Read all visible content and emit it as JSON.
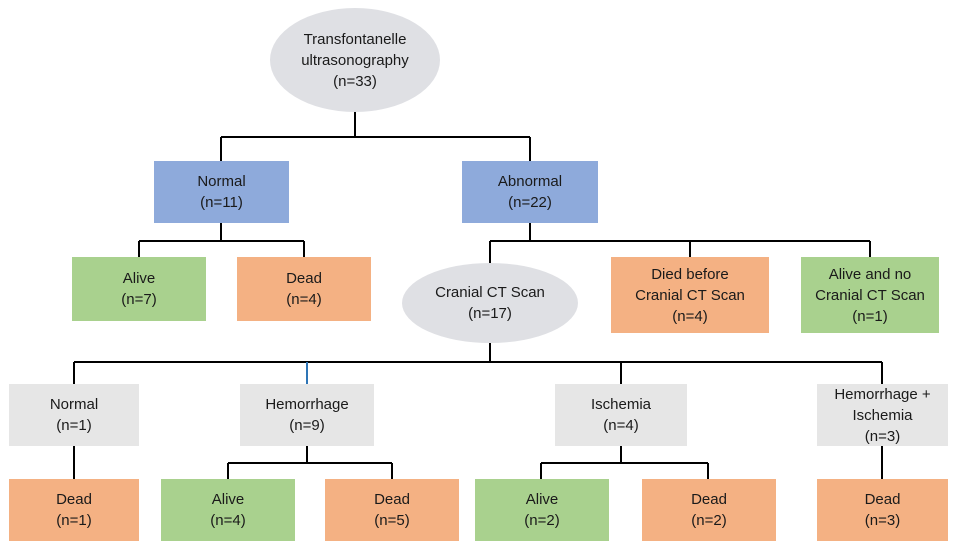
{
  "nodes": {
    "root": {
      "lines": [
        "Transfontanelle",
        "ultrasonography",
        "(n=33)"
      ],
      "color": "#dfe0e4"
    },
    "us_normal": {
      "lines": [
        "Normal",
        "(n=11)"
      ],
      "color": "#8eaadb"
    },
    "us_abnormal": {
      "lines": [
        "Abnormal",
        "(n=22)"
      ],
      "color": "#8eaadb"
    },
    "normal_alive": {
      "lines": [
        "Alive",
        "(n=7)"
      ],
      "color": "#a9d18e"
    },
    "normal_dead": {
      "lines": [
        "Dead",
        "(n=4)"
      ],
      "color": "#f4b183"
    },
    "ct_scan": {
      "lines": [
        "Cranial CT Scan",
        "(n=17)"
      ],
      "color": "#dfe0e4"
    },
    "died_before_ct": {
      "lines": [
        "Died before",
        "Cranial CT Scan",
        "(n=4)"
      ],
      "color": "#f4b183"
    },
    "alive_no_ct": {
      "lines": [
        "Alive and no",
        "Cranial CT Scan",
        "(n=1)"
      ],
      "color": "#a9d18e"
    },
    "ct_normal": {
      "lines": [
        "Normal",
        "(n=1)"
      ],
      "color": "#e6e6e6"
    },
    "ct_hemorrhage": {
      "lines": [
        "Hemorrhage",
        "(n=9)"
      ],
      "color": "#e6e6e6"
    },
    "ct_ischemia": {
      "lines": [
        "Ischemia",
        "(n=4)"
      ],
      "color": "#e6e6e6"
    },
    "ct_hem_isch": {
      "lines": [
        "Hemorrhage +",
        "Ischemia",
        "(n=3)"
      ],
      "color": "#e6e6e6"
    },
    "ct_normal_dead": {
      "lines": [
        "Dead",
        "(n=1)"
      ],
      "color": "#f4b183"
    },
    "hem_alive": {
      "lines": [
        "Alive",
        "(n=4)"
      ],
      "color": "#a9d18e"
    },
    "hem_dead": {
      "lines": [
        "Dead",
        "(n=5)"
      ],
      "color": "#f4b183"
    },
    "isch_alive": {
      "lines": [
        "Alive",
        "(n=2)"
      ],
      "color": "#a9d18e"
    },
    "isch_dead": {
      "lines": [
        "Dead",
        "(n=2)"
      ],
      "color": "#f4b183"
    },
    "hem_isch_dead": {
      "lines": [
        "Dead",
        "(n=3)"
      ],
      "color": "#f4b183"
    }
  },
  "edges": [
    [
      "root",
      "us_normal"
    ],
    [
      "root",
      "us_abnormal"
    ],
    [
      "us_normal",
      "normal_alive"
    ],
    [
      "us_normal",
      "normal_dead"
    ],
    [
      "us_abnormal",
      "ct_scan"
    ],
    [
      "us_abnormal",
      "died_before_ct"
    ],
    [
      "us_abnormal",
      "alive_no_ct"
    ],
    [
      "ct_scan",
      "ct_normal"
    ],
    [
      "ct_scan",
      "ct_hemorrhage"
    ],
    [
      "ct_scan",
      "ct_ischemia"
    ],
    [
      "ct_scan",
      "ct_hem_isch"
    ],
    [
      "ct_normal",
      "ct_normal_dead"
    ],
    [
      "ct_hemorrhage",
      "hem_alive"
    ],
    [
      "ct_hemorrhage",
      "hem_dead"
    ],
    [
      "ct_ischemia",
      "isch_alive"
    ],
    [
      "ct_ischemia",
      "isch_dead"
    ],
    [
      "ct_hem_isch",
      "hem_isch_dead"
    ]
  ]
}
